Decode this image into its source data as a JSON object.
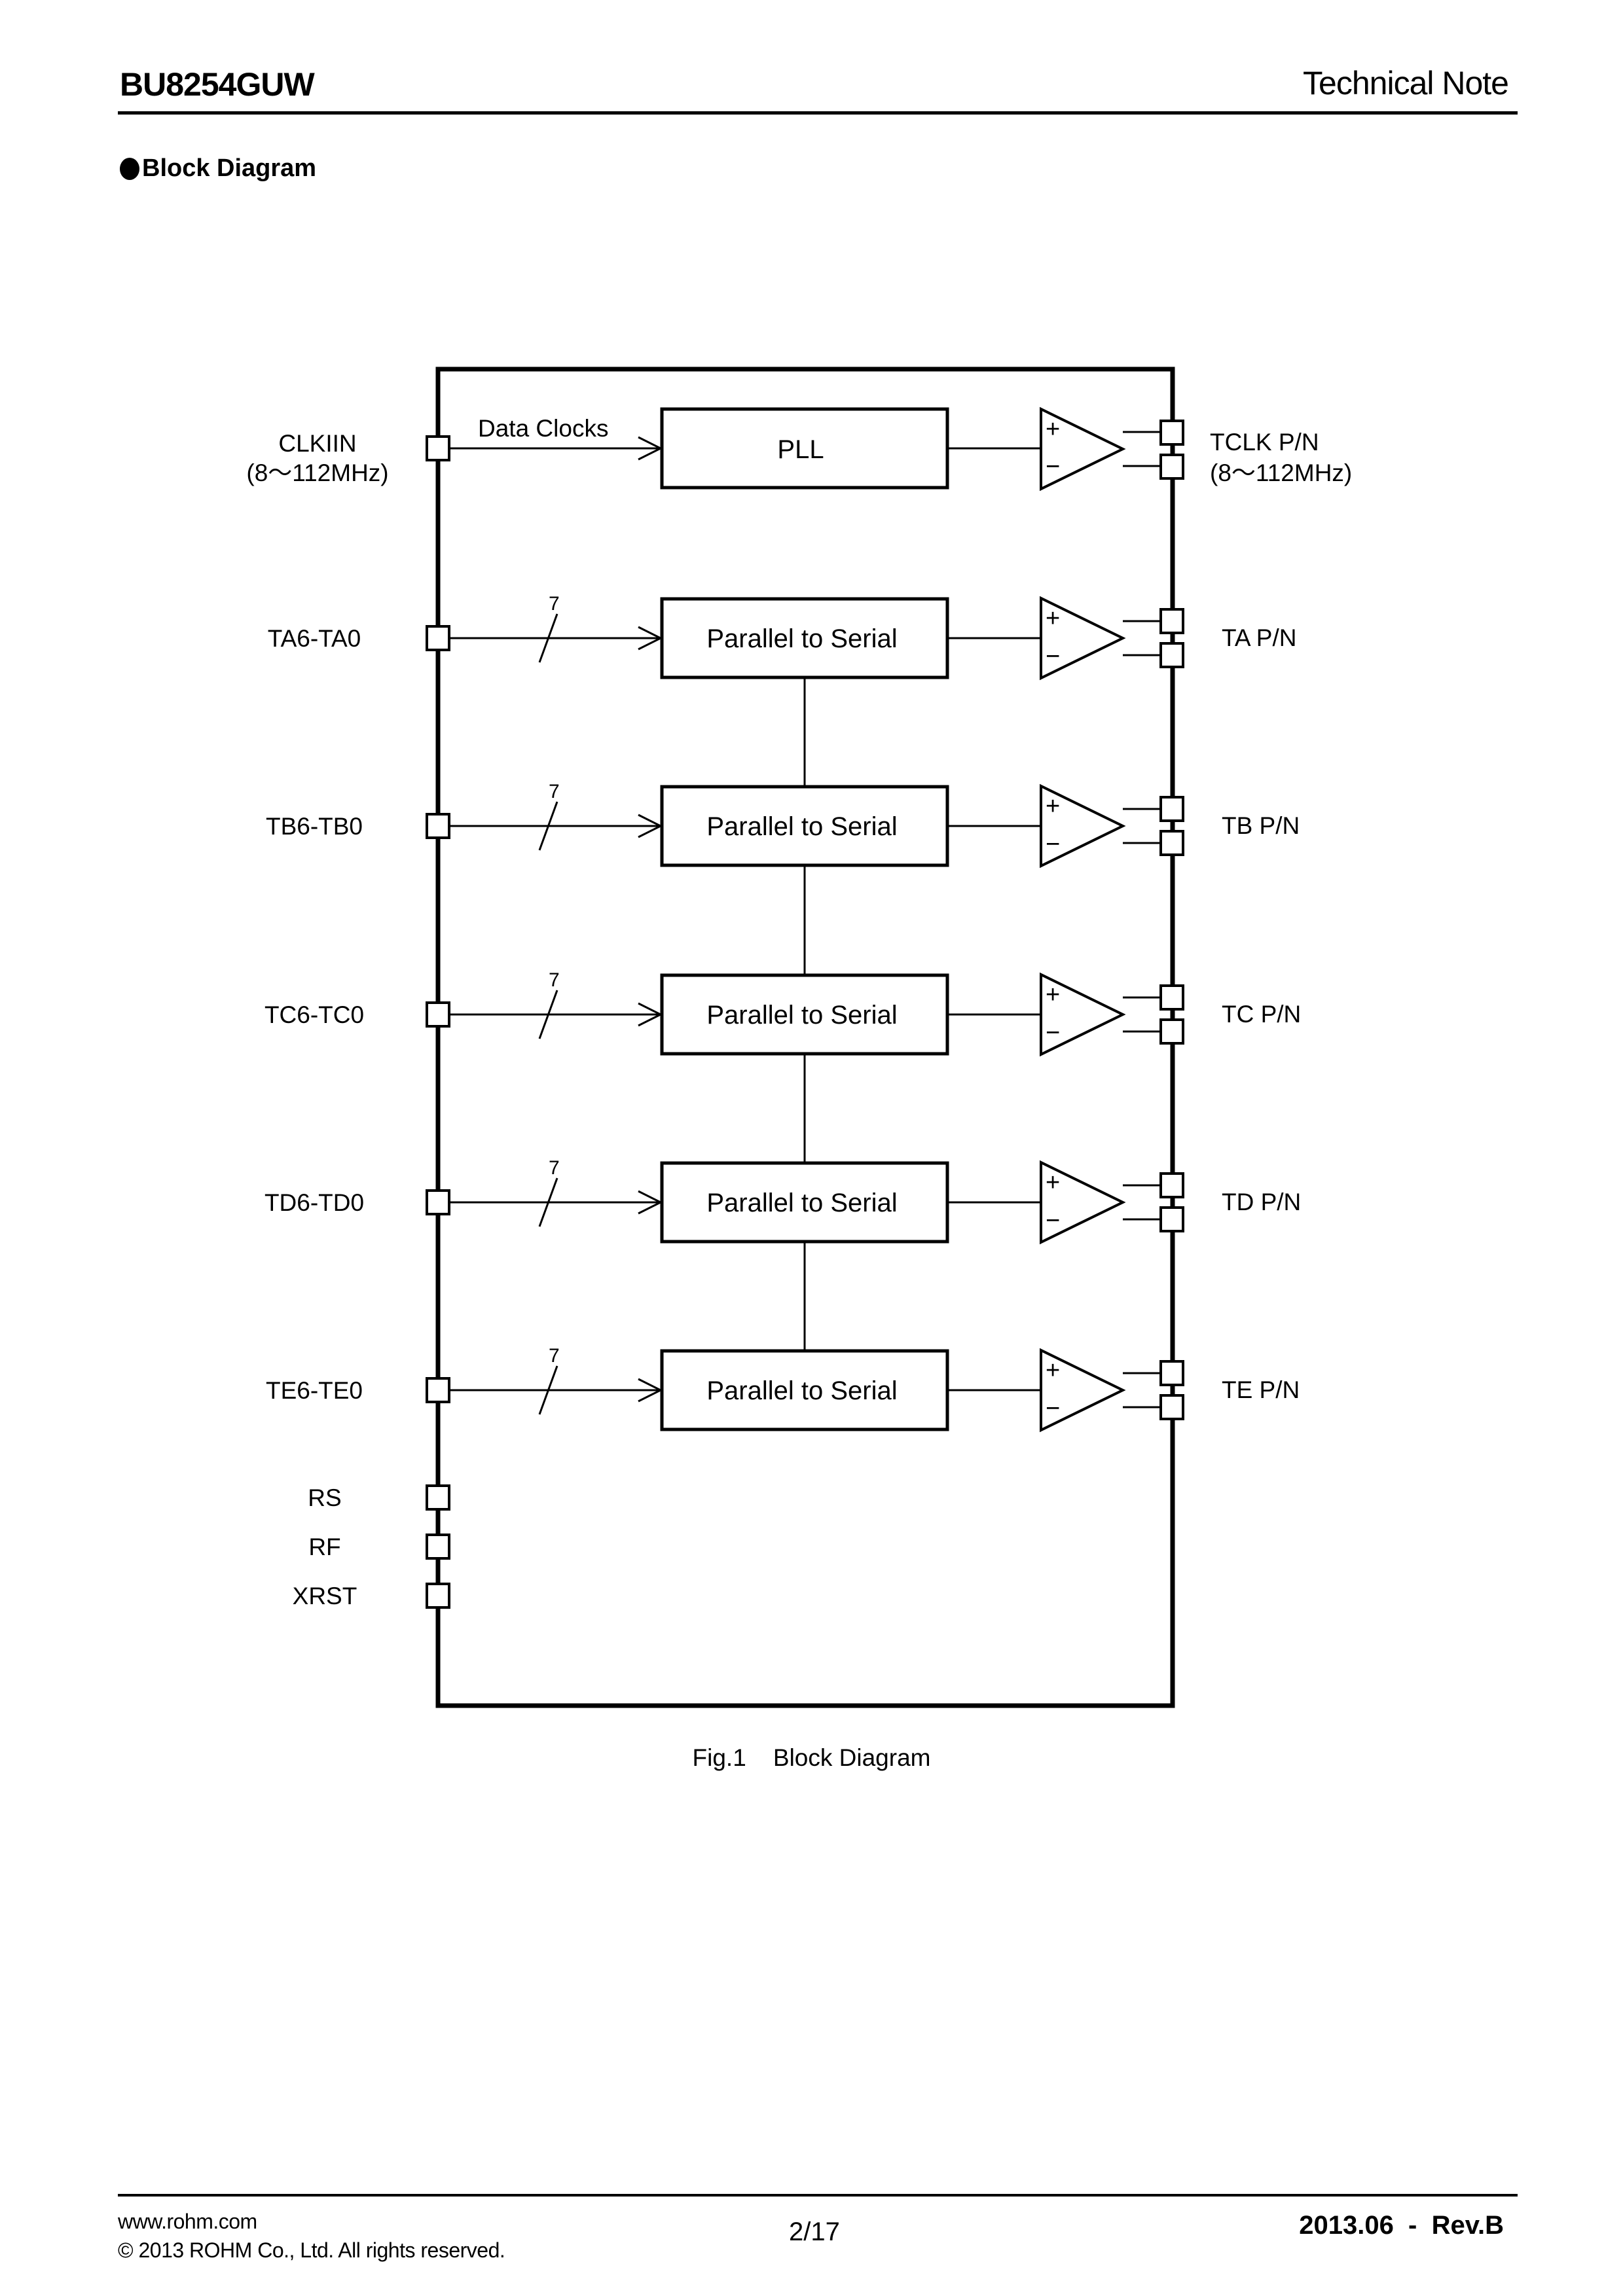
{
  "header": {
    "part_number": "BU8254GUW",
    "doc_type": "Technical Note"
  },
  "section": {
    "bullet_icon": "filled-circle",
    "title": "Block Diagram"
  },
  "diagram": {
    "clock": {
      "input_label": "CLKIIN",
      "input_freq": "(8～112MHz)",
      "signal_label": "Data Clocks",
      "block_label": "PLL",
      "output_label": "TCLK P/N",
      "output_freq": "(8～112MHz)"
    },
    "channels": [
      {
        "input_label": "TA6-TA0",
        "bus_width": "7",
        "block_label": "Parallel to Serial",
        "output_label": "TA P/N"
      },
      {
        "input_label": "TB6-TB0",
        "bus_width": "7",
        "block_label": "Parallel to Serial",
        "output_label": "TB P/N"
      },
      {
        "input_label": "TC6-TC0",
        "bus_width": "7",
        "block_label": "Parallel to Serial",
        "output_label": "TC P/N"
      },
      {
        "input_label": "TD6-TD0",
        "bus_width": "7",
        "block_label": "Parallel to Serial",
        "output_label": "TD P/N"
      },
      {
        "input_label": "TE6-TE0",
        "bus_width": "7",
        "block_label": "Parallel to Serial",
        "output_label": "TE P/N"
      }
    ],
    "control_pins": [
      "RS",
      "RF",
      "XRST"
    ],
    "amp_plus": "+",
    "amp_minus": "−"
  },
  "caption": "Fig.1    Block Diagram",
  "footer": {
    "website": "www.rohm.com",
    "copyright": "© 2013 ROHM Co., Ltd. All rights reserved.",
    "page": "2/17",
    "revision": "2013.06  -  Rev.B"
  }
}
